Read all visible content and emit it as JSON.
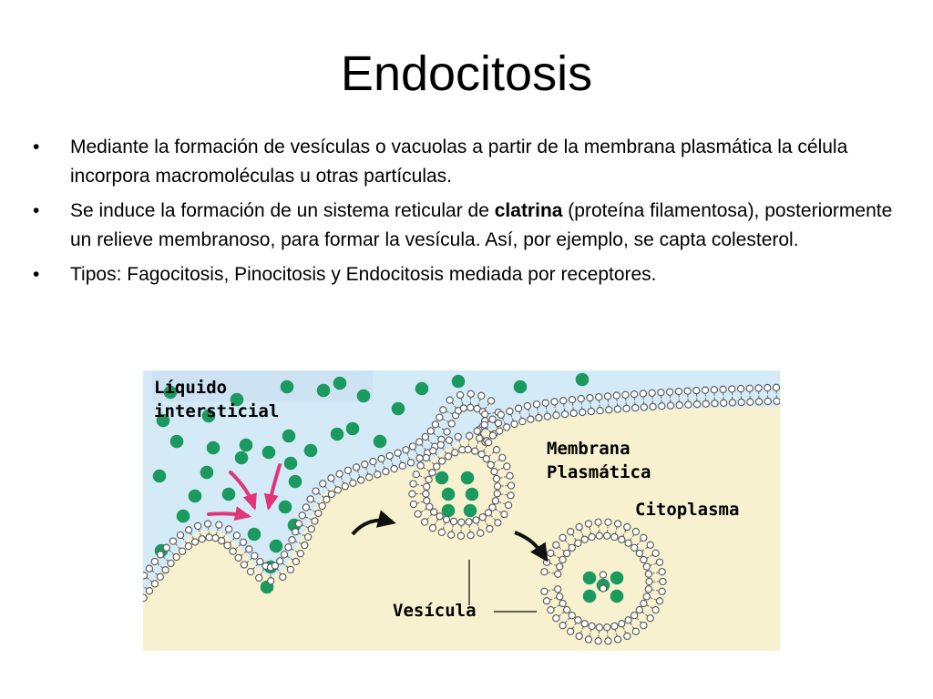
{
  "slide": {
    "title": "Endocitosis",
    "bullet_glyph": "•",
    "bullets": [
      {
        "text": "Mediante la formación de vesículas o vacuolas a partir de la membrana plasmática la célula incorpora macromoléculas u otras partículas."
      },
      {
        "before": "Se induce la formación de un sistema reticular de ",
        "bold": "clatrina",
        "after": " (proteína filamentosa), posteriormente un relieve membranoso, para formar la vesícula. Así, por ejemplo, se capta colesterol."
      },
      {
        "text": "Tipos: Fagocitosis, Pinocitosis y Endocitosis mediada por receptores."
      }
    ]
  },
  "figure": {
    "labels": {
      "liquido_line1": "Líquido",
      "liquido_line2": "intersticial",
      "membrana_line1": "Membrana",
      "membrana_line2": "Plasmática",
      "citoplasma": "Citoplasma",
      "vesicula": "Vesícula"
    },
    "colors": {
      "extracellular": "#d4eaf7",
      "cytoplasm": "#f7f1cf",
      "molecule": "#1a9a5f",
      "arrow_pink": "#e0357a",
      "head": "#ffffff",
      "head_outline": "#555555"
    }
  }
}
